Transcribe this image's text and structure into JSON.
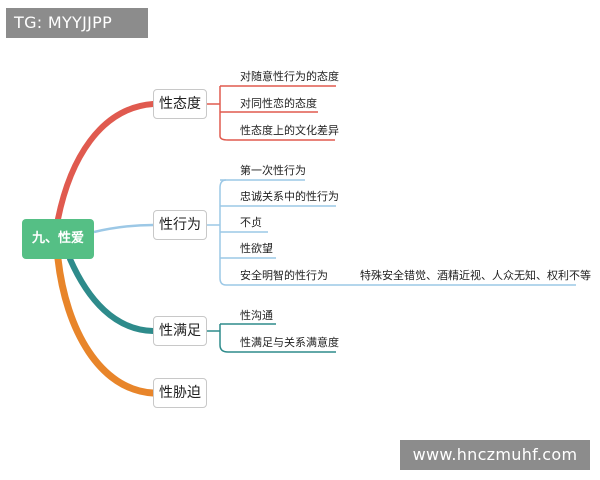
{
  "watermarks": {
    "top": "TG: MYYJJPP",
    "bottom": "www.hnczmuhf.com"
  },
  "root": {
    "label": "九、性爱"
  },
  "branches": [
    {
      "label": "性态度",
      "color": "#e05a4f",
      "children": [
        "对随意性行为的态度",
        "对同性恋的态度",
        "性态度上的文化差异"
      ]
    },
    {
      "label": "性行为",
      "color": "#9cc8e6",
      "children": [
        "第一次性行为",
        "忠诚关系中的性行为",
        "不贞",
        "性欲望",
        "安全明智的性行为"
      ],
      "extra": "特殊安全错觉、酒精近视、人众无知、权利不等"
    },
    {
      "label": "性满足",
      "color": "#2e8b8b",
      "children": [
        "性沟通",
        "性满足与关系满意度"
      ]
    },
    {
      "label": "性胁迫",
      "color": "#e8852a",
      "children": []
    }
  ]
}
